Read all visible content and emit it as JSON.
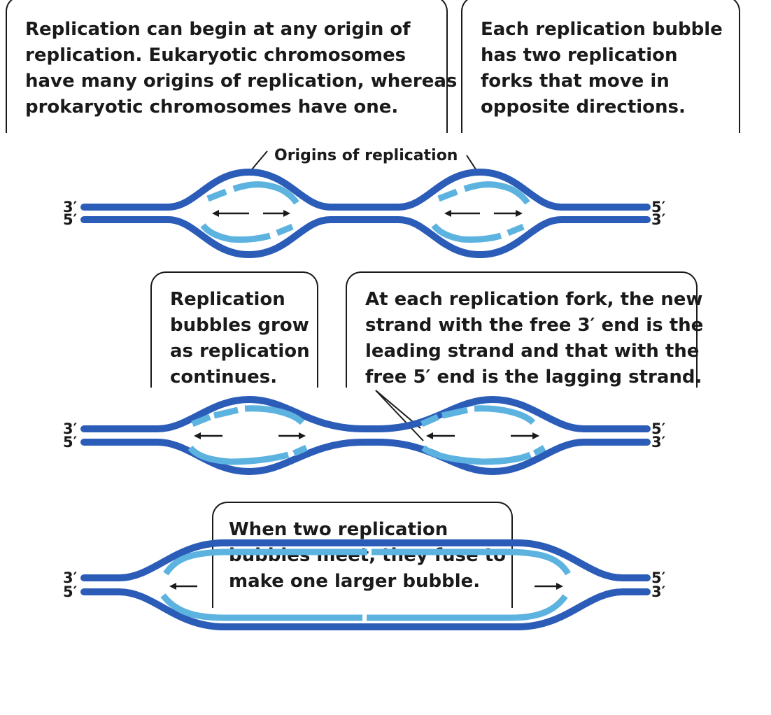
{
  "callouts": {
    "origins_note": [
      "Replication can begin at any origin of",
      "replication. Eukaryotic chromosomes",
      "have many origins of replication, whereas",
      "prokaryotic chromosomes have one."
    ],
    "forks_note": [
      "Each replication bubble",
      "has two replication",
      "forks that move in",
      "opposite directions."
    ],
    "grow_note": [
      "Replication",
      "bubbles grow",
      "as replication",
      "continues."
    ],
    "strand_note": [
      "At each replication fork, the new",
      "strand with the free 3′ end is the",
      "leading strand and that with the",
      "free 5′ end is the lagging strand."
    ],
    "fuse_note": [
      "When two replication",
      "bubbles meet, they fuse to",
      "make one larger bubble."
    ]
  },
  "labels": {
    "origins_of_replication": "Origins of replication",
    "top_left_end": "3′",
    "bottom_left_end": "5′",
    "top_right_end": "5′",
    "bottom_right_end": "3′"
  },
  "colors": {
    "parental_strand": "#2a5cb8",
    "new_strand": "#5db3e0",
    "new_strand_edge": "#2f7dc0",
    "arrow": "#1a1a1a",
    "text": "#1a1a1a"
  }
}
